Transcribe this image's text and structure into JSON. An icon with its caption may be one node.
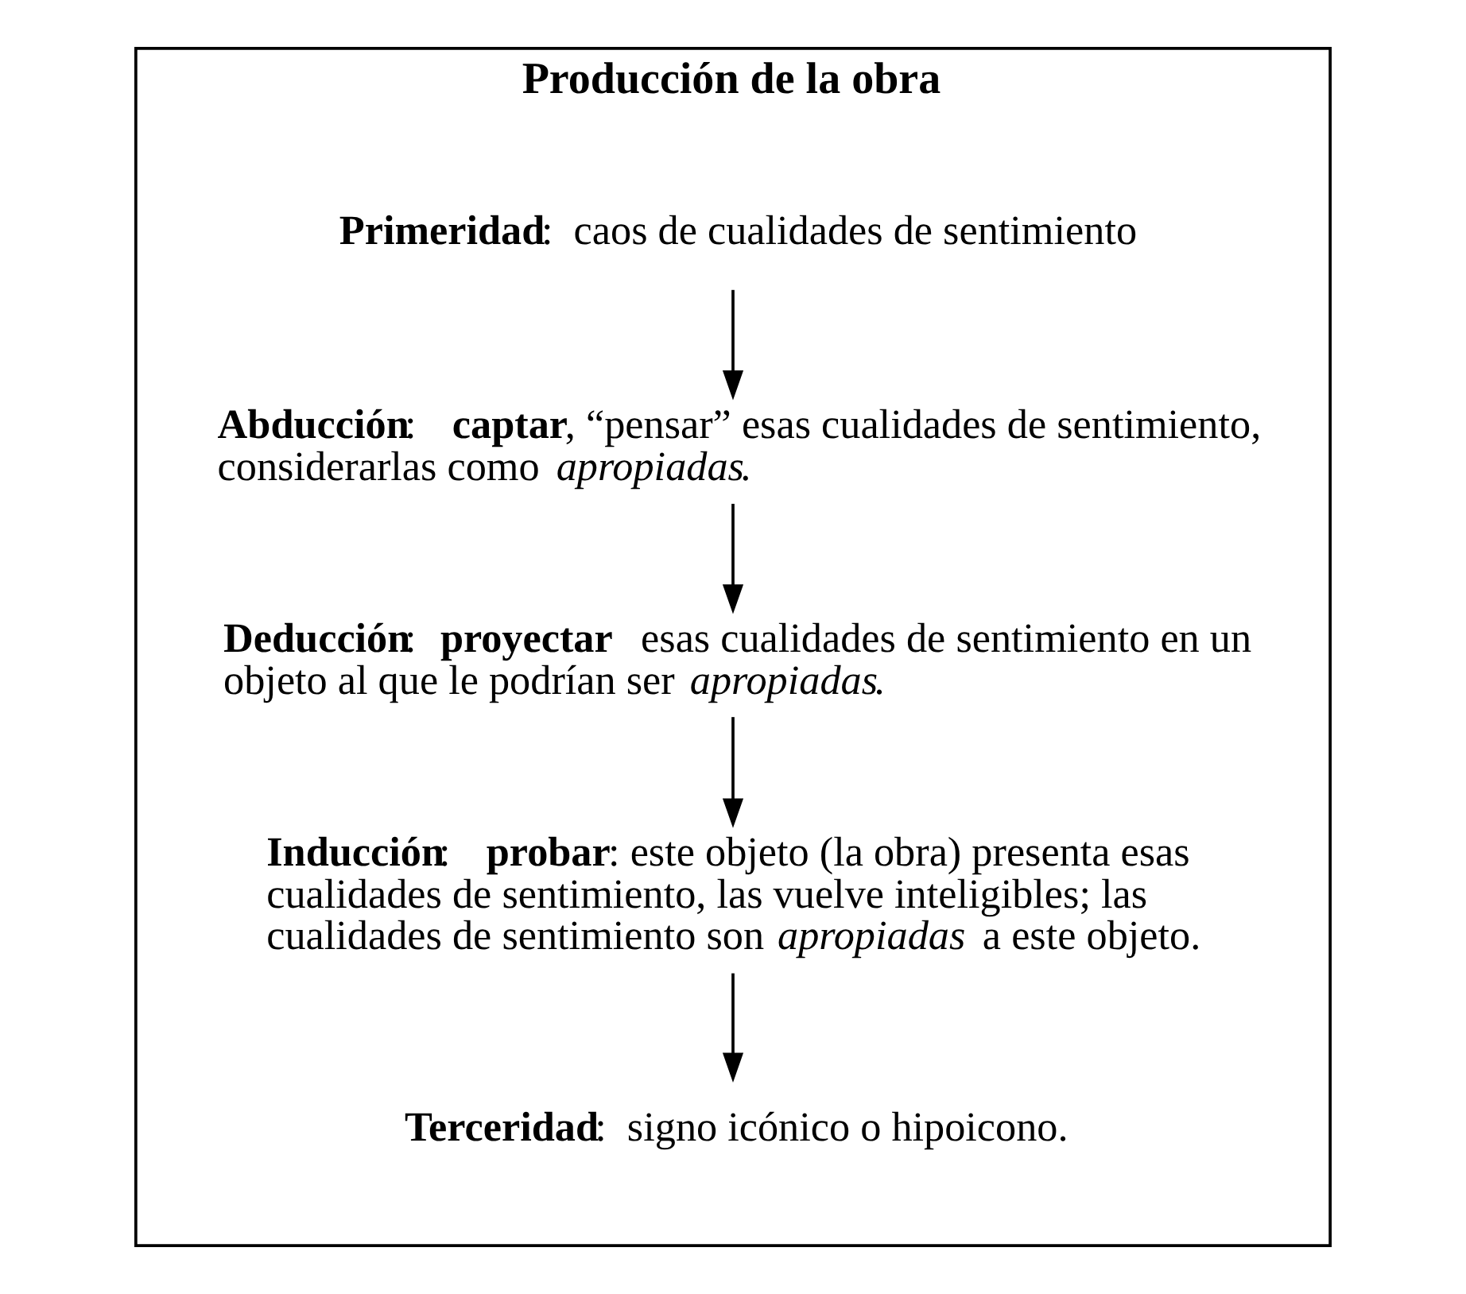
{
  "diagram": {
    "nodes": [
      {
        "text": [
          "Producción de la obra"
        ]
      },
      {
        "text": [
          "**Primeridad**:  caos de cualidades de sentimiento"
        ],
        "in": 0
      },
      {
        "text": [
          "**Abducción**:  **captar**, “pensar” esas cualidades de sentimiento, considerarlas como *apropiadas*."
        ],
        "in": 0
      },
      {
        "text": [
          "**Deducción**: **proyectar**  esas cualidades de sentimiento en un objeto al que le podrían ser *apropiadas*."
        ],
        "in": 0
      },
      {
        "text": [
          "**Inducción**:  **probar**: este objeto (la obra) presenta esas cualidades de sentimiento, las vuelve inteligibles; las cualidades de sentimiento son *apropiadas* a este objeto."
        ],
        "in": 0
      },
      {
        "text": [
          "**Terceridad**:  signo icónico o hipoicono."
        ],
        "in": 0
      }
    ],
    "edges": [
      {
        "from": 1,
        "to": 2,
        "arrow": "to"
      },
      {
        "from": 2,
        "to": 3,
        "arrow": "to"
      },
      {
        "from": 3,
        "to": 4,
        "arrow": "to"
      },
      {
        "from": 4,
        "to": 5,
        "arrow": "to"
      }
    ]
  }
}
